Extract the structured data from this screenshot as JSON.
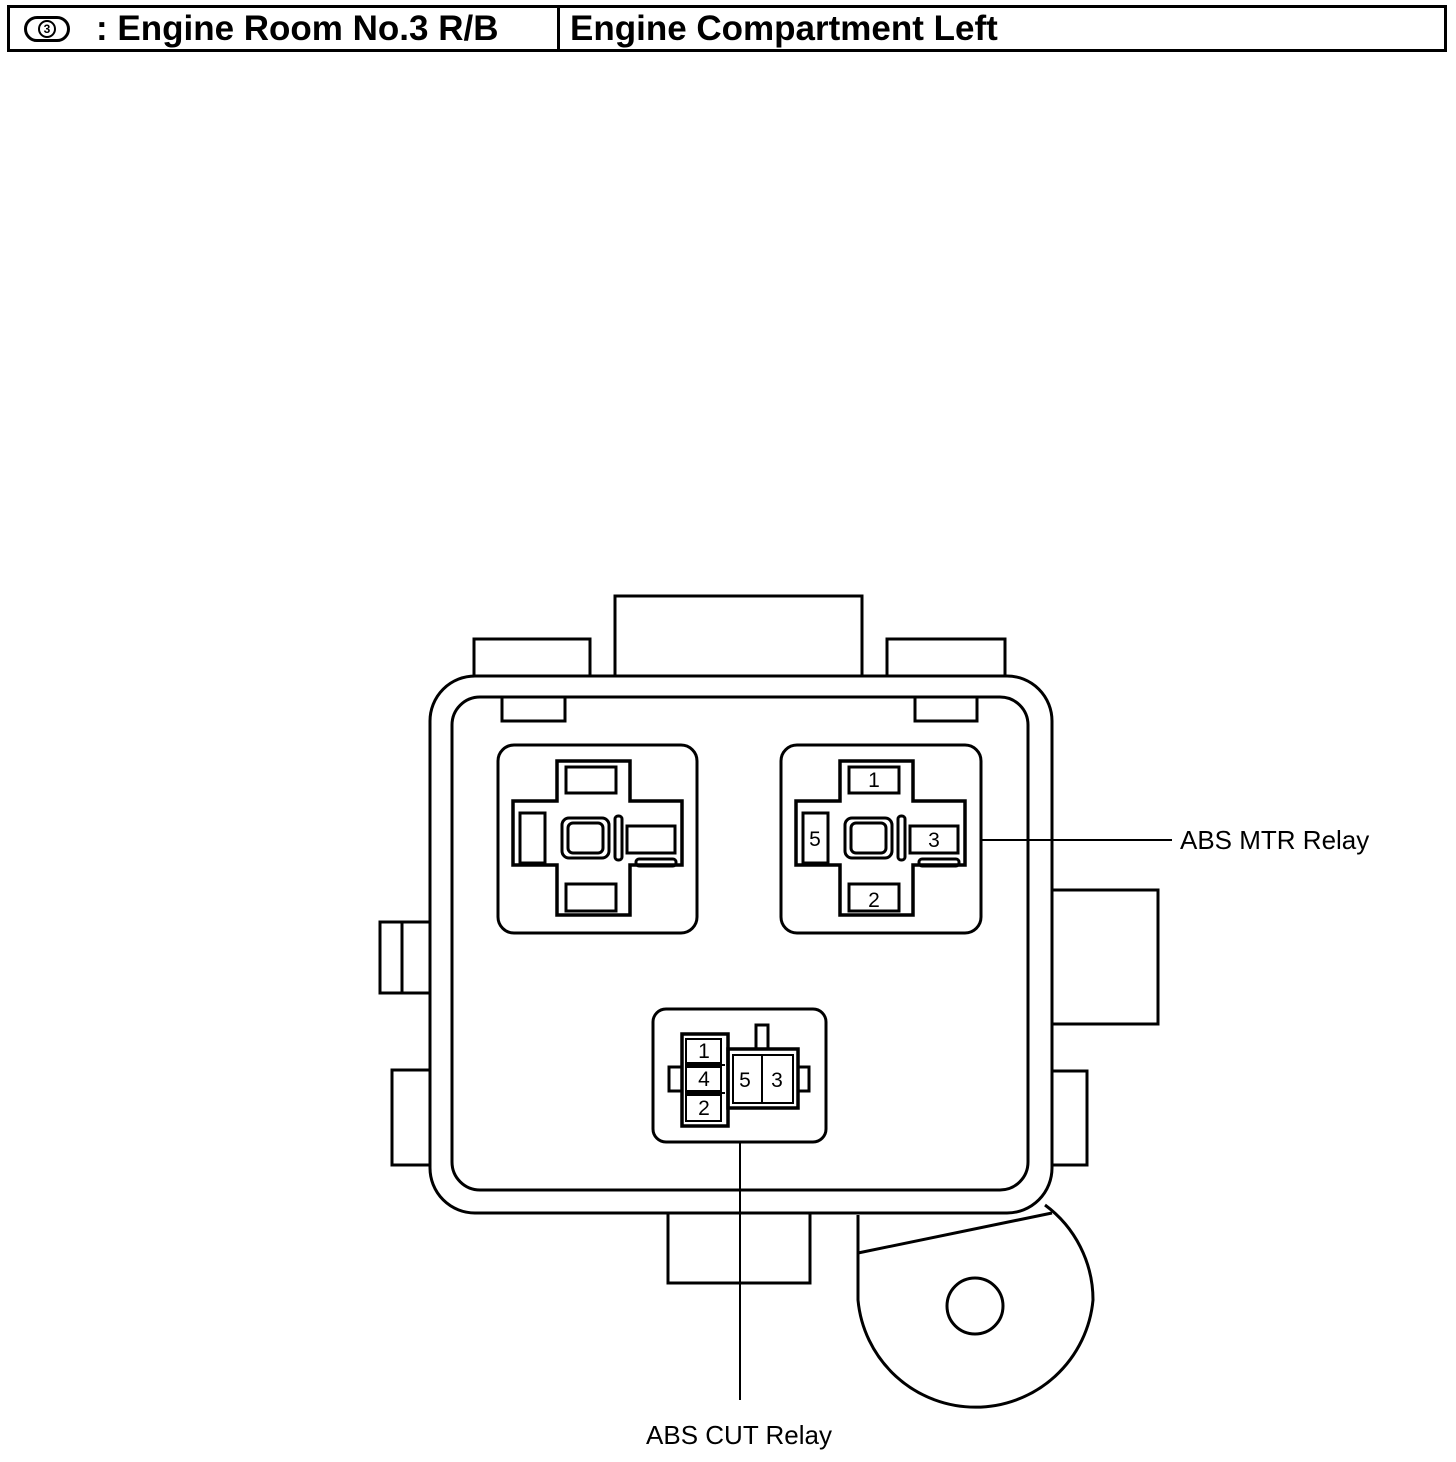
{
  "header": {
    "badge_number": "3",
    "title": ": Engine Room No.3 R/B",
    "location": "Engine Compartment Left"
  },
  "relays": [
    {
      "label": "ABS MTR Relay",
      "pins": [
        "1",
        "5",
        "3",
        "2"
      ]
    },
    {
      "label": "ABS CUT Relay",
      "pins": [
        "1",
        "4",
        "2",
        "5",
        "3"
      ]
    }
  ],
  "colors": {
    "line": "#000000",
    "background": "#ffffff"
  }
}
